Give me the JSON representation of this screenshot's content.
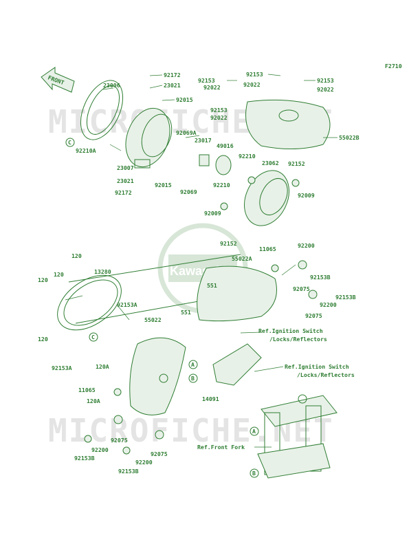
{
  "diagram_code": "F2710",
  "front_arrow": "FRONT",
  "watermark": "MICROFICHE.NET",
  "center_logo": "Kawasaki",
  "parts": [
    "23006",
    "92172",
    "23021",
    "92015",
    "92153",
    "92022",
    "92153",
    "92022",
    "92153",
    "92022",
    "92153",
    "92022",
    "92069A",
    "23017",
    "49016",
    "92210",
    "23062",
    "92152",
    "92009",
    "55022B",
    "92210A",
    "23007",
    "23021",
    "92015",
    "92069",
    "92172",
    "92210",
    "92009",
    "92152",
    "11065",
    "92200",
    "55022A",
    "92153B",
    "551",
    "92075",
    "92153B",
    "92200",
    "92075",
    "120",
    "13280",
    "120",
    "120",
    "92153A",
    "55022",
    "551",
    "120",
    "92153A",
    "120A",
    "11065",
    "120A",
    "92075",
    "92200",
    "92153B",
    "92075",
    "92200",
    "92153B",
    "14091"
  ],
  "refs": [
    "Ref.Ignition Switch",
    "/Locks/Reflectors",
    "Ref.Ignition Switch",
    "/Locks/Reflectors",
    "Ref.Front Fork"
  ],
  "callouts": [
    "C",
    "C",
    "A",
    "B",
    "A",
    "B"
  ]
}
